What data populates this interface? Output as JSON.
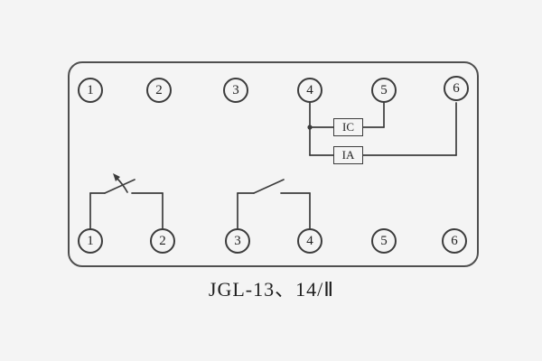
{
  "diagram": {
    "caption": "JGL-13、14/Ⅱ",
    "top_terminals": [
      "1",
      "2",
      "3",
      "4",
      "5",
      "6"
    ],
    "bottom_terminals": [
      "1",
      "2",
      "3",
      "4",
      "5",
      "6"
    ],
    "components": [
      {
        "label": "IC"
      },
      {
        "label": "IA"
      }
    ],
    "colors": {
      "line": "#3c3c3c",
      "background": "#f4f4f4",
      "border": "#4f4f4f"
    }
  }
}
